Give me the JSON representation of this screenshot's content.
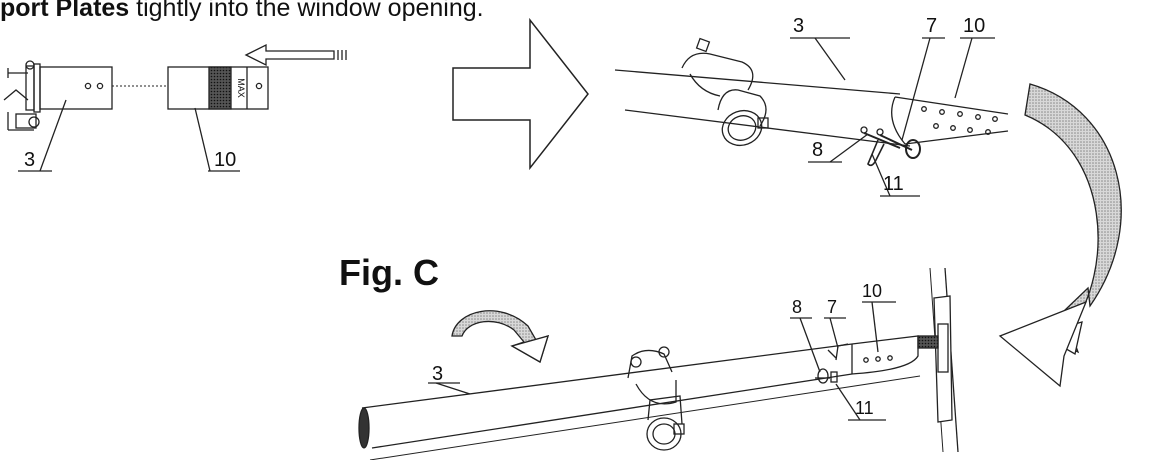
{
  "instruction": {
    "bold_text": "port Plates",
    "rest_text": " tightly into the window opening."
  },
  "figure": {
    "label": "Fig. C",
    "top_left_stamp": "MAX",
    "callouts": {
      "p1_3": "3",
      "p1_10": "10",
      "p2_3": "3",
      "p2_7": "7",
      "p2_10": "10",
      "p2_8": "8",
      "p2_11": "11",
      "p3_3": "3",
      "p3_8": "8",
      "p3_7": "7",
      "p3_10": "10",
      "p3_11": "11"
    }
  }
}
